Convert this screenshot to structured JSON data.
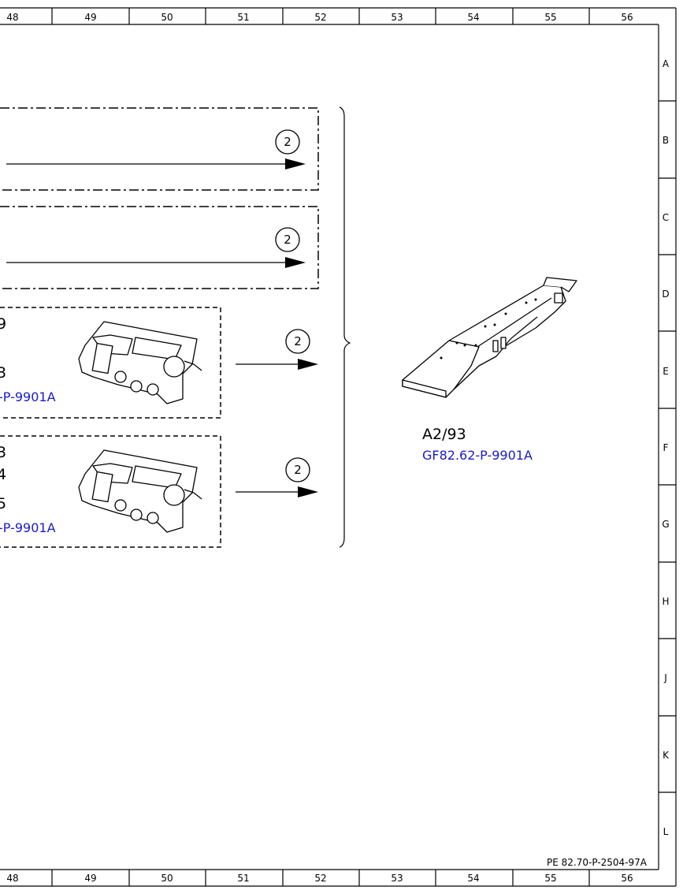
{
  "columns": [
    "48",
    "49",
    "50",
    "51",
    "52",
    "53",
    "54",
    "55",
    "56"
  ],
  "rows": [
    "A",
    "B",
    "C",
    "D",
    "E",
    "F",
    "G",
    "H",
    "J",
    "K",
    "L"
  ],
  "callout": "2",
  "left_fragments": {
    "row_e_top": "9",
    "row_e_mid": "3",
    "row_e_link": "-P-9901A",
    "row_g_top": "3",
    "row_g_mid": "4",
    "row_g_bot": "5",
    "row_g_link": "-P-9901A"
  },
  "component": {
    "label": "A2/93",
    "link": "GF82.62-P-9901A"
  },
  "drawing_ref": "PE 82.70-P-2504-97A"
}
